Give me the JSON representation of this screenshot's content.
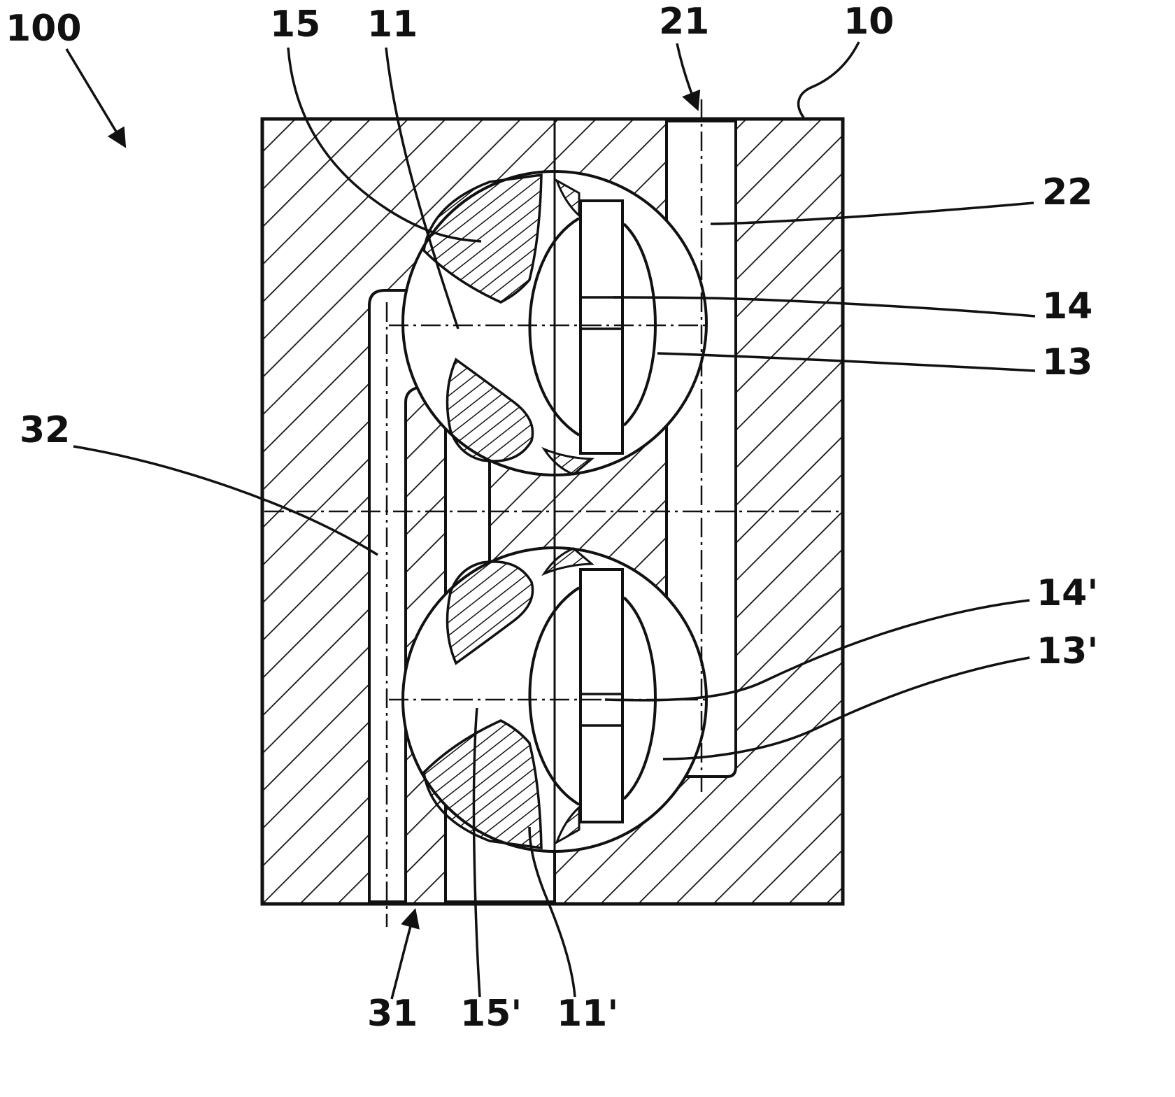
{
  "figure": {
    "kind": "patent-sectional-drawing",
    "description": "Cross-section of a dual ball-valve block with inlet and outlet channels",
    "colors": {
      "ink": "#111111",
      "paper": "#ffffff"
    },
    "reference_labels": {
      "n100": "100",
      "n15": "15",
      "n11": "11",
      "n21": "21",
      "n10": "10",
      "n22": "22",
      "n14": "14",
      "n13": "13",
      "n32": "32",
      "n14p": "14'",
      "n13p": "13'",
      "n31": "31",
      "n15p": "15'",
      "n11p": "11'"
    }
  }
}
